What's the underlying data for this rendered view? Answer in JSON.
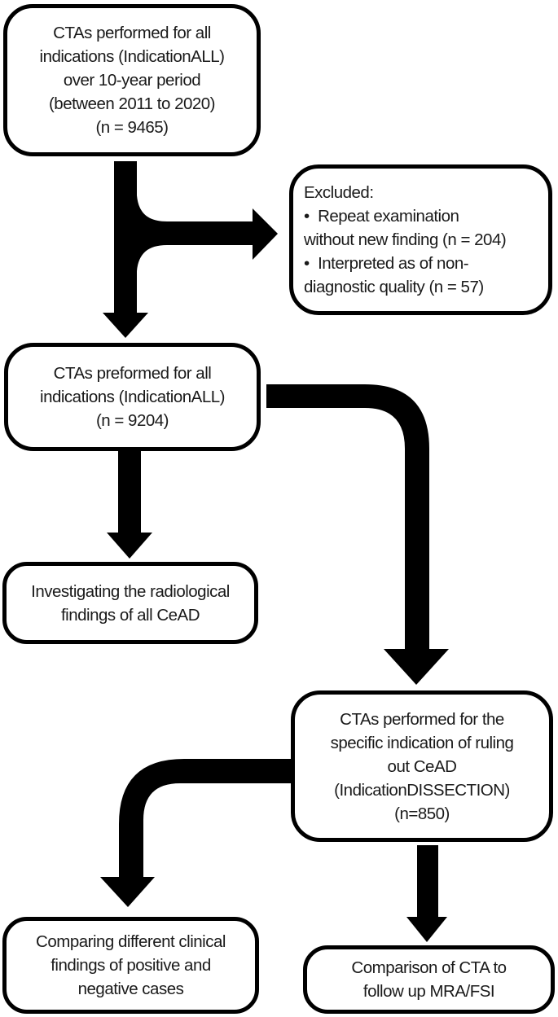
{
  "figure": {
    "type": "flowchart",
    "background_color": "#ffffff",
    "box_border_color": "#000000",
    "arrow_color": "#000000",
    "text_color": "#1a1a1a"
  },
  "nodes": [
    {
      "id": "cta-all-initial",
      "text": "CTAs performed for all\nindications (IndicationALL)\nover 10-year period\n(between 2011 to 2020)\n(n = 9465)"
    },
    {
      "id": "excluded",
      "text": "Excluded:\n•  Repeat examination\nwithout new finding (n = 204)\n•  Interpreted as of non-\ndiagnostic quality (n = 57)"
    },
    {
      "id": "cta-all-after-exclusion",
      "text": "CTAs preformed for all\nindications (IndicationALL)\n(n = 9204)"
    },
    {
      "id": "radiological-findings",
      "text": "Investigating the radiological\nfindings of all CeAD"
    },
    {
      "id": "cta-dissection-indication",
      "text": "CTAs performed for the\nspecific indication of ruling\nout CeAD\n(IndicationDISSECTION)\n(n=850)"
    },
    {
      "id": "clinical-findings-comparison",
      "text": "Comparing different clinical\nfindings of positive and\nnegative cases"
    },
    {
      "id": "cta-mra-fsi-comparison",
      "text": "Comparison of CTA to\nfollow up MRA/FSI"
    }
  ],
  "edges": [
    {
      "from": "cta-all-initial",
      "to": "cta-all-after-exclusion"
    },
    {
      "from": "cta-all-initial",
      "to": "excluded"
    },
    {
      "from": "cta-all-after-exclusion",
      "to": "radiological-findings"
    },
    {
      "from": "cta-all-after-exclusion",
      "to": "cta-dissection-indication"
    },
    {
      "from": "cta-dissection-indication",
      "to": "clinical-findings-comparison"
    },
    {
      "from": "cta-dissection-indication",
      "to": "cta-mra-fsi-comparison"
    }
  ]
}
